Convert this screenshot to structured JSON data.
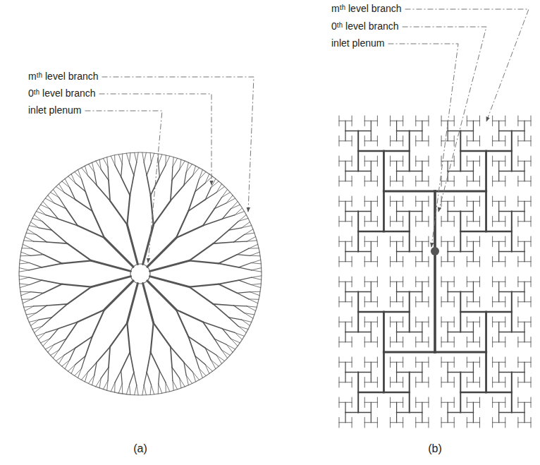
{
  "diagram": {
    "labels": [
      "mᵗʰ level branch",
      "0ᵗʰ level branch",
      "inlet plenum",
      "mᵗʰ level branch",
      "0ᵗʰ level branch",
      "inlet plenum",
      "(a)",
      "(b)"
    ]
  }
}
